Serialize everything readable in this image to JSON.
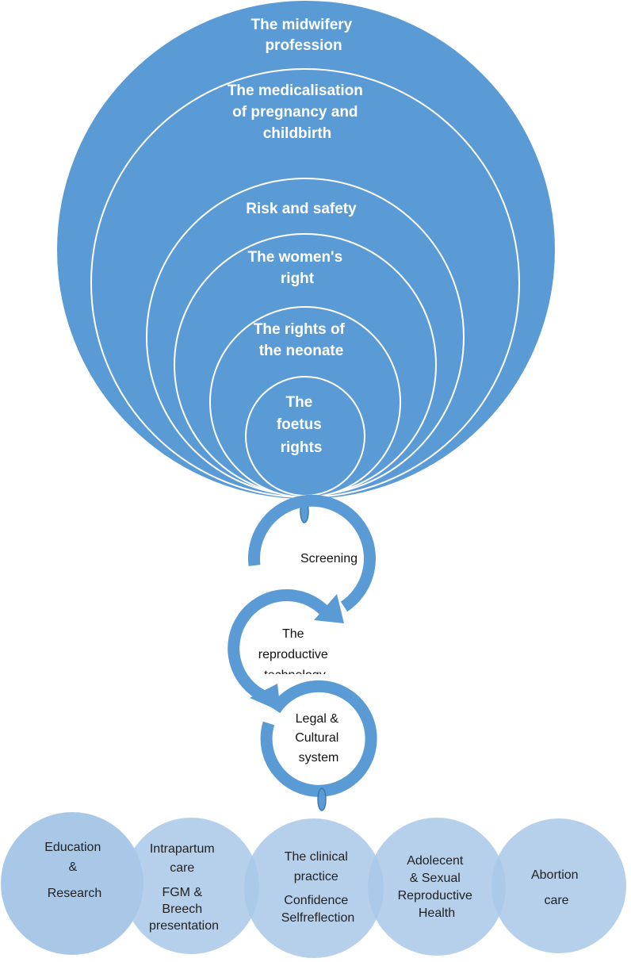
{
  "colors": {
    "main_blue": "#5b9bd5",
    "outline": "#ffffff",
    "light_blue": "#a9c8e8",
    "overlap_blue": "#8ab3de",
    "arrow_blue": "#5b9bd5"
  },
  "nested_circles": {
    "midwifery": [
      "The midwifery",
      "profession"
    ],
    "medicalisation": [
      "The medicalisation",
      "of pregnancy and",
      "childbirth"
    ],
    "risk": [
      "Risk and safety"
    ],
    "women": [
      "The women's",
      "right"
    ],
    "neonate": [
      "The rights of",
      "the neonate"
    ],
    "foetus": [
      "The",
      "foetus",
      "rights"
    ]
  },
  "cycle": {
    "screening": [
      "Screening"
    ],
    "technology": [
      "The",
      "reproductive",
      "technology"
    ],
    "legal": [
      "Legal  &",
      "Cultural",
      "system"
    ]
  },
  "bottom_circles": {
    "education": [
      "Education",
      "&",
      "Research"
    ],
    "intrapartum": [
      "Intrapartum",
      "care",
      "FGM &",
      "Breech",
      "presentation"
    ],
    "clinical": [
      "The clinical",
      "practice",
      "Confidence",
      "Selfreflection"
    ],
    "adolescent": [
      "Adolecent",
      "& Sexual",
      "Reproductive",
      "Health"
    ],
    "abortion": [
      "Abortion",
      "care"
    ]
  }
}
